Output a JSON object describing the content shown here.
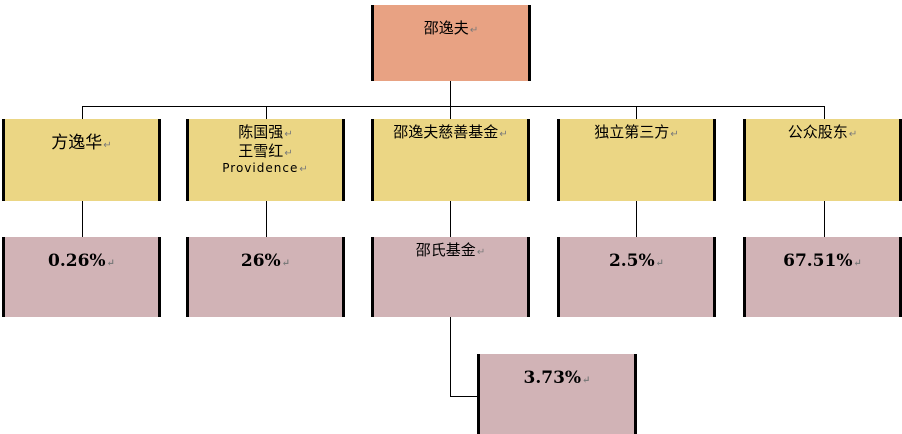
{
  "root": {
    "name": "邵逸夫"
  },
  "shareholders": [
    {
      "lines": [
        "方逸华"
      ],
      "value": "0.26%"
    },
    {
      "lines": [
        "陈国强",
        "王雪红",
        "Providence"
      ],
      "value": "26%"
    },
    {
      "lines": [
        "邵逸夫慈善基金"
      ],
      "value": "邵氏基金",
      "child": {
        "value": "3.73%"
      }
    },
    {
      "lines": [
        "独立第三方"
      ],
      "value": "2.5%"
    },
    {
      "lines": [
        "公众股东"
      ],
      "value": "67.51%"
    }
  ],
  "colors": {
    "root_fill": "#e8a283",
    "shareholder_fill": "#ebd684",
    "percent_fill": "#d1b3b6",
    "line": "#000000"
  },
  "icons": {
    "paragraph_mark": "return-arrow-icon"
  }
}
